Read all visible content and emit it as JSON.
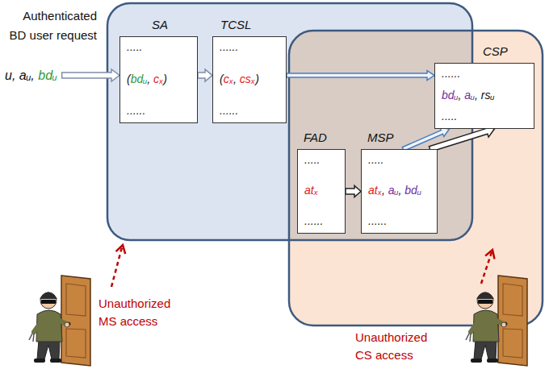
{
  "diagram": {
    "nodes": [
      {
        "text": [
          "SA",
          ".....",
          "(bdᵤ, cₓ)",
          "......"
        ]
      },
      {
        "text": [
          "TCSL",
          "......",
          "(cₓ, csₓ)",
          "......"
        ]
      },
      {
        "text": [
          "CSP",
          "......",
          "bdᵤ, aᵤ, rsᵤ",
          "....."
        ]
      },
      {
        "text": [
          "FAD",
          ".....",
          "atₓ",
          "......"
        ]
      },
      {
        "text": [
          "MSP",
          ".....",
          "atₓ, aᵤ, bdᵤ",
          "......"
        ]
      }
    ],
    "edges": [
      {
        "from": 0,
        "to": 1,
        "arrow": "to"
      },
      {
        "from": 1,
        "to": 2,
        "arrow": "to"
      },
      {
        "from": 3,
        "to": 4,
        "arrow": "to"
      },
      {
        "from": 4,
        "to": 2,
        "arrow": "to"
      },
      {
        "from": 4,
        "to": 2,
        "arrow": "to"
      }
    ],
    "labels": [
      "Authenticated BD user request",
      "u, aᵤ, bdᵤ",
      "Unauthorized MS access",
      "Unauthorized CS access"
    ]
  }
}
